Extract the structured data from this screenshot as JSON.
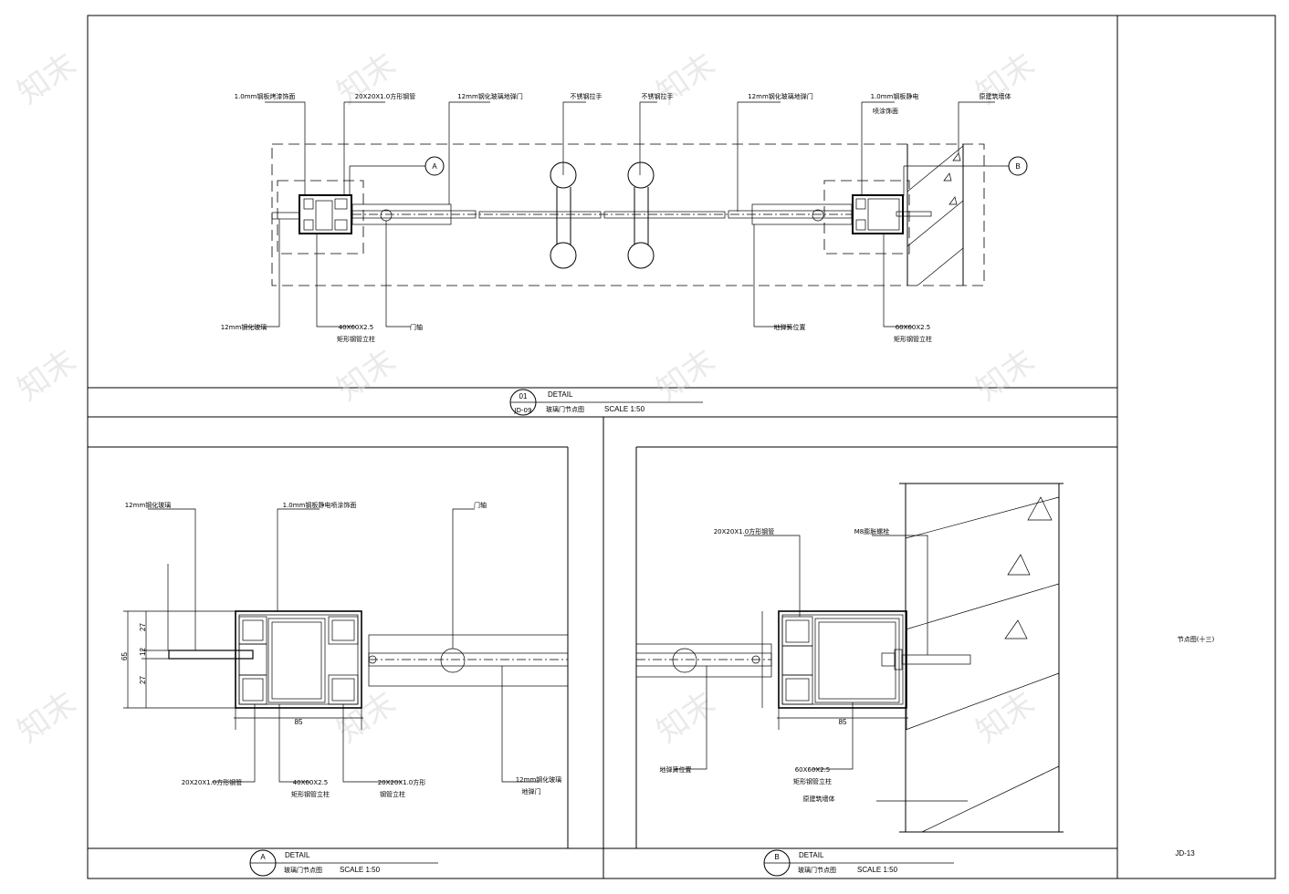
{
  "drawing": {
    "sheet_title": "节点图(十三)",
    "sheet_number": "JD-13",
    "watermark": "知末"
  },
  "top_detail": {
    "callout_top": "01",
    "callout_bottom": "JD-09",
    "word": "DETAIL",
    "name": "玻璃门节点图",
    "scale": "SCALE 1:50",
    "section_marker_a": "A",
    "section_marker_b": "B",
    "labels_top": [
      "1.0mm钢板烤漆饰面",
      "20X20X1.0方形钢管",
      "12mm钢化玻璃地弹门",
      "不锈钢拉手",
      "不锈钢拉手",
      "12mm钢化玻璃地弹门",
      "1.0mm钢板静电",
      "喷涂饰面",
      "原建筑墙体"
    ],
    "labels_bottom": [
      "12mm钢化玻璃",
      "40X60X2.5",
      "矩形钢管立柱",
      "门轴",
      "地弹簧位置",
      "60X60X2.5",
      "矩形钢管立柱"
    ]
  },
  "detail_a": {
    "callout": "A",
    "word": "DETAIL",
    "name": "玻璃门节点图",
    "scale": "SCALE 1:50",
    "labels": [
      "12mm钢化玻璃",
      "1.0mm钢板静电喷涂饰面",
      "门轴",
      "20X20X1.0方形钢管",
      "40X60X2.5",
      "矩形钢管立柱",
      "20X20X1.0方形",
      "钢管立柱",
      "12mm钢化玻璃",
      "地弹门"
    ],
    "dims": [
      "65",
      "27",
      "12",
      "27",
      "85"
    ]
  },
  "detail_b": {
    "callout": "B",
    "word": "DETAIL",
    "name": "玻璃门节点图",
    "scale": "SCALE 1:50",
    "labels": [
      "20X20X1.0方形钢管",
      "M8膨胀螺栓",
      "地弹簧位置",
      "60X60X2.5",
      "矩形钢管立柱",
      "原建筑墙体"
    ],
    "dims": [
      "85"
    ]
  }
}
